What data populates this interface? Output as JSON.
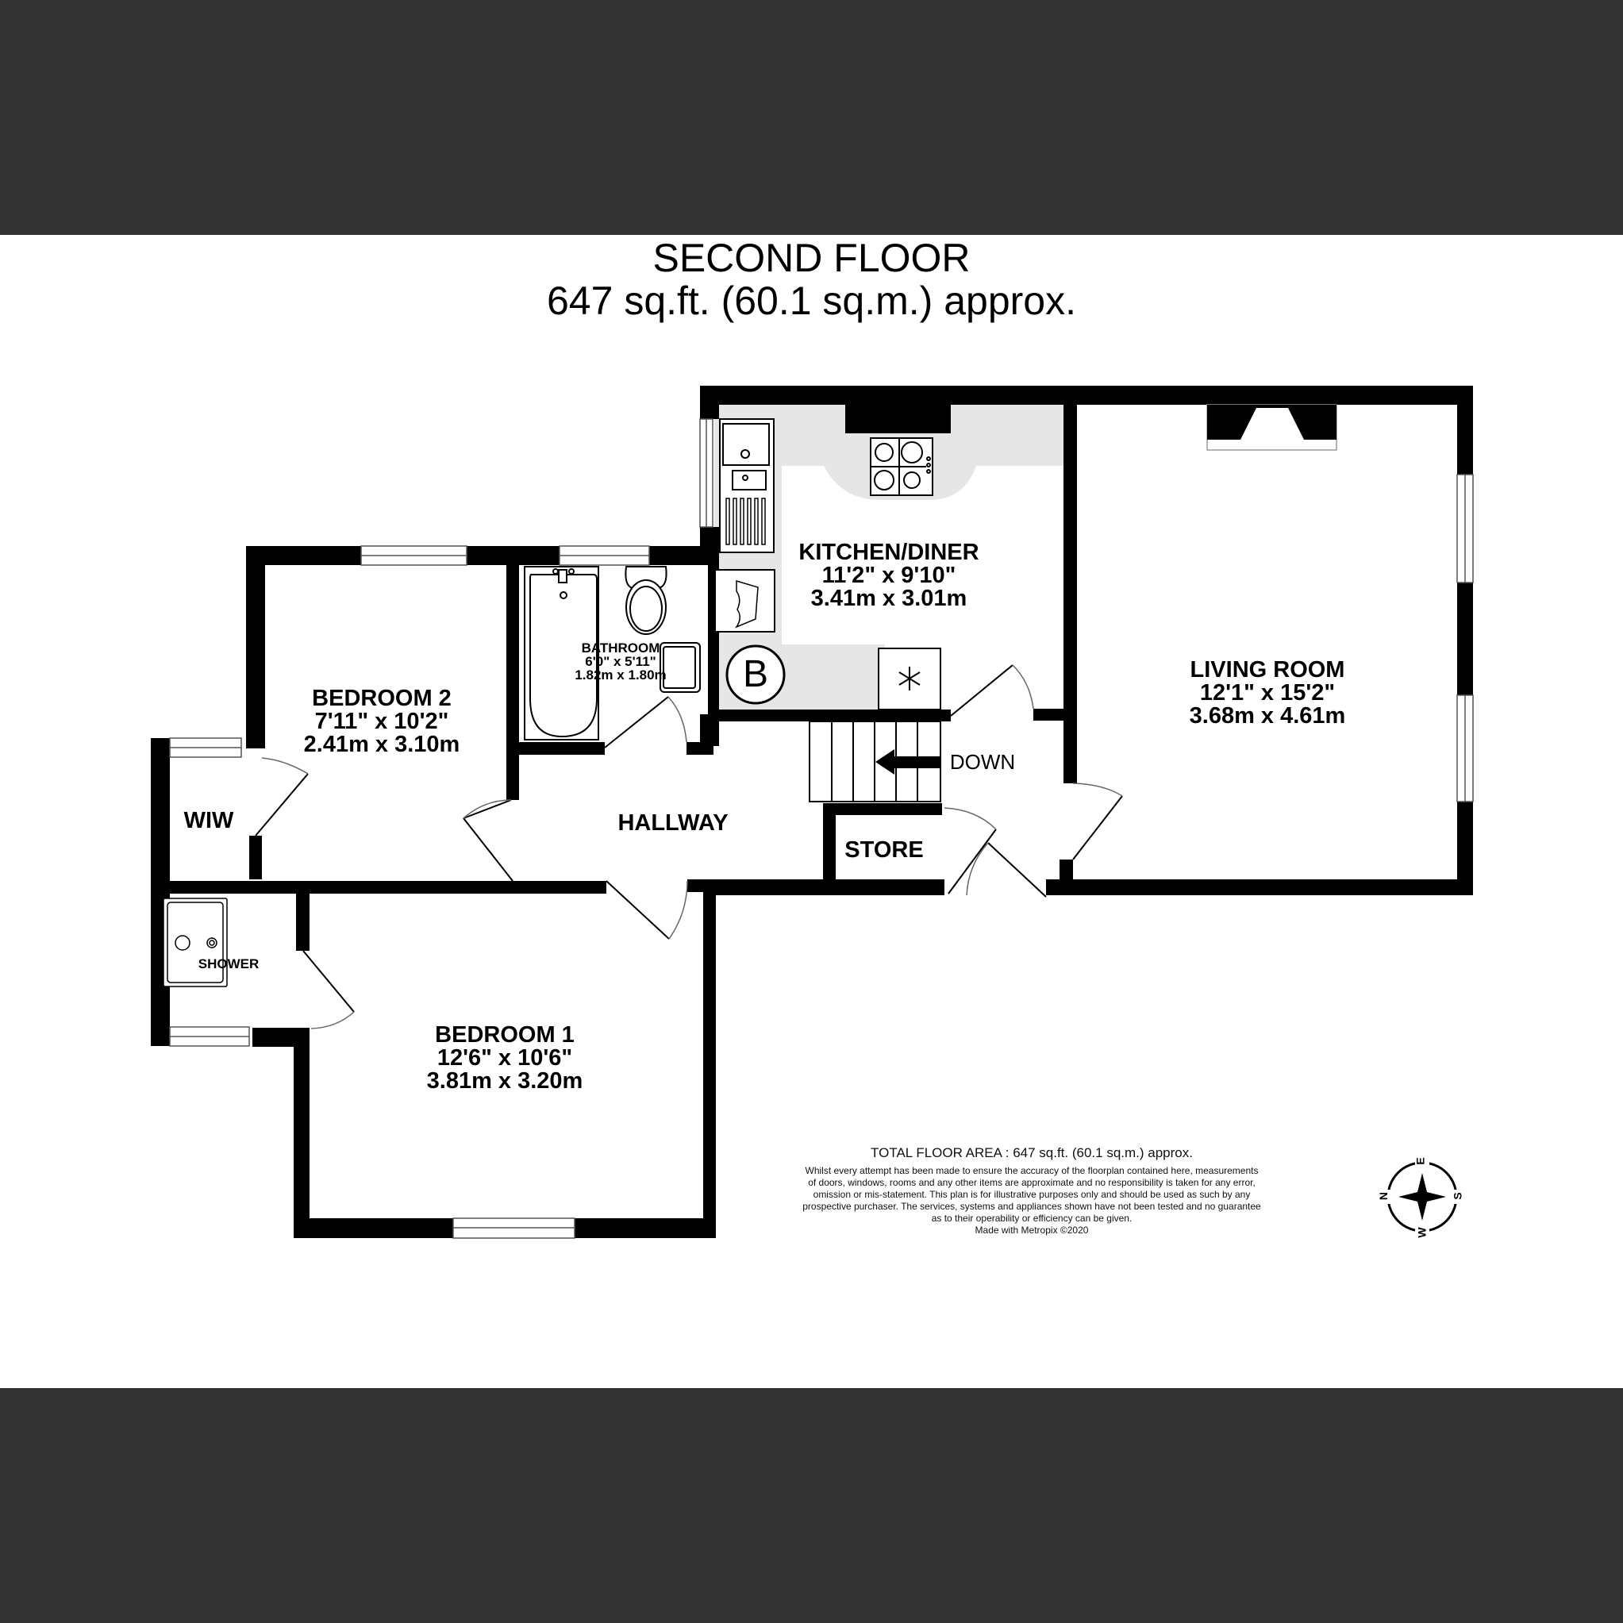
{
  "header": {
    "floor_title": "SECOND FLOOR",
    "floor_area": "647 sq.ft. (60.1 sq.m.) approx."
  },
  "rooms": {
    "kitchen": {
      "name": "KITCHEN/DINER",
      "imperial": "11'2\"  x 9'10\"",
      "metric": "3.41m  x 3.01m"
    },
    "living": {
      "name": "LIVING ROOM",
      "imperial": "12'1\"  x 15'2\"",
      "metric": "3.68m  x 4.61m"
    },
    "bedroom2": {
      "name": "BEDROOM 2",
      "imperial": "7'11\"  x 10'2\"",
      "metric": "2.41m  x 3.10m"
    },
    "bathroom": {
      "name": "BATHROOM",
      "imperial": "6'0\"  x 5'11\"",
      "metric": "1.82m  x 1.80m"
    },
    "bedroom1": {
      "name": "BEDROOM 1",
      "imperial": "12'6\"  x 10'6\"",
      "metric": "3.81m  x 3.20m"
    },
    "hallway": {
      "name": "HALLWAY"
    },
    "store": {
      "name": "STORE"
    },
    "wiw": {
      "name": "WIW"
    },
    "shower": {
      "name": "SHOWER"
    }
  },
  "stairs": {
    "label": "DOWN"
  },
  "symbols": {
    "boiler": "B",
    "freezer": "snowflake-icon"
  },
  "footer": {
    "total": "TOTAL FLOOR AREA : 647 sq.ft. (60.1 sq.m.) approx.",
    "disclaimer_lines": [
      "Whilst every attempt has been made to ensure the accuracy of the floorplan contained here, measurements",
      "of doors, windows, rooms and any other items are approximate and no responsibility is taken for any error,",
      "omission or mis-statement. This plan is for illustrative purposes only and should be used as such by any",
      "prospective purchaser. The services, systems and appliances shown have not been tested and no guarantee",
      "as to their operability or efficiency can be given."
    ],
    "credit": "Made with Metropix ©2020"
  },
  "compass": {
    "n": "N",
    "e": "E",
    "s": "S",
    "w": "W"
  },
  "colors": {
    "band": "#333333",
    "wall": "#000000",
    "counter": "#e6e6e6",
    "background": "#ffffff"
  }
}
